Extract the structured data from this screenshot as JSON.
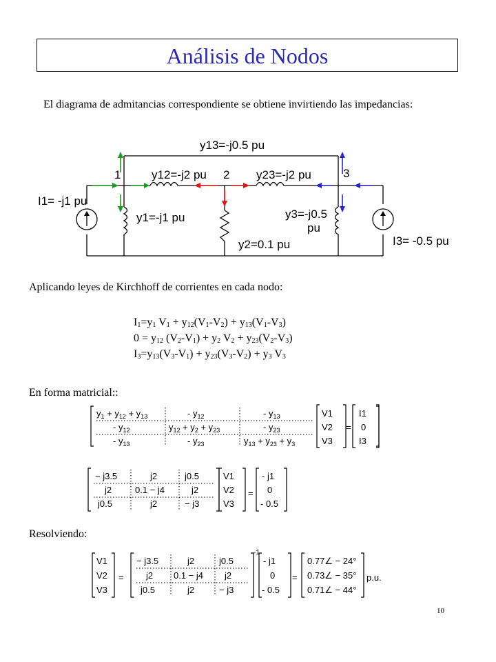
{
  "title": "Análisis de Nodos",
  "intro": "El diagrama de admitancias correspondiente se obtiene invirtiendo las impedancias:",
  "circuit": {
    "y13": "y13=-j0.5 pu",
    "node1": "1",
    "node2": "2",
    "node3": "3",
    "y12": "y12=-j2 pu",
    "y23": "y23=-j2 pu",
    "i1": "I1= -j1 pu",
    "y1": "y1=-j1 pu",
    "y3a": "y3=-j0.5",
    "y3b": "pu",
    "y2": "y2=0.1 pu",
    "i3": "I3= -0.5 pu",
    "colors": {
      "green": "#1a9b1a",
      "red": "#e01515",
      "blue": "#2828c8"
    }
  },
  "kirchhoff_label": "Aplicando leyes de Kirchhoff de corrientes en cada nodo:",
  "equations": [
    "I1=y1 V1 + y12(V1-V2) + y13(V1-V3)",
    "0 = y12 (V2-V1) + y2 V2 + y23(V2-V3)",
    "I3=y13(V3-V1) + y23(V3-V2) + y3 V3"
  ],
  "matrix_label": "En forma matricial::",
  "matrix1": {
    "rows": [
      [
        "y1 + y12 + y13",
        "- y12",
        "- y13"
      ],
      [
        "- y12",
        "y12 + y2 + y23",
        "- y23"
      ],
      [
        "- y13",
        "- y23",
        "y13 + y23 + y3"
      ]
    ],
    "v": [
      "V1",
      "V2",
      "V3"
    ],
    "eq": "=",
    "rhs": [
      "I1",
      "0",
      "I3"
    ]
  },
  "matrix2": {
    "rows": [
      [
        "− j3.5",
        "j2",
        "j0.5"
      ],
      [
        "j2",
        "0.1 − j4",
        "j2"
      ],
      [
        "j0.5",
        "j2",
        "− j3"
      ]
    ],
    "v": [
      "V1",
      "V2",
      "V3"
    ],
    "eq": "=",
    "rhs": [
      "- j1",
      "0",
      "- 0.5"
    ]
  },
  "solve_label": "Resolviendo:",
  "matrix3": {
    "v": [
      "V1",
      "V2",
      "V3"
    ],
    "eq": "=",
    "rows": [
      [
        "− j3.5",
        "j2",
        "j0.5"
      ],
      [
        "j2",
        "0.1 − j4",
        "j2"
      ],
      [
        "j0.5",
        "j2",
        "− j3"
      ]
    ],
    "inv": "-1",
    "rhs": [
      "- j1",
      "0",
      "- 0.5"
    ],
    "eq2": "=",
    "result": [
      "0.77∠ − 24°",
      "0.73∠ − 35°",
      "0.71∠ − 44°"
    ],
    "unit": "p.u."
  },
  "page_number": "10"
}
